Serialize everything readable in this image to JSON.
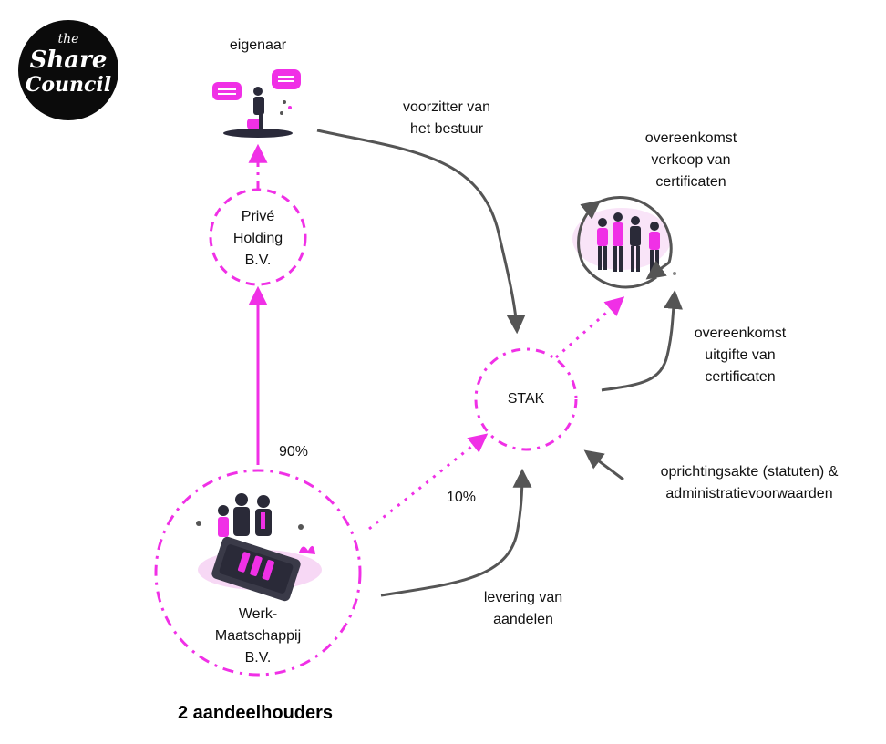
{
  "logo": {
    "line1": "the",
    "line2": "Share",
    "line3": "Council"
  },
  "nodes": {
    "owner": "eigenaar",
    "holding": [
      "Privé",
      "Holding",
      "B.V."
    ],
    "stak": "STAK",
    "werk": [
      "Werk-",
      "Maatschappij",
      "B.V."
    ]
  },
  "edges": {
    "voorzitter": [
      "voorzitter van",
      "het bestuur"
    ],
    "verkoop": [
      "overeenkomst",
      "verkoop van",
      "certificaten"
    ],
    "uitgifte": [
      "overeenkomst",
      "uitgifte van",
      "certificaten"
    ],
    "oprichting": [
      "oprichtingsakte (statuten) &",
      "administratievoorwaarden"
    ],
    "levering": [
      "levering van",
      "aandelen"
    ],
    "pct_90": "90%",
    "pct_10": "10%"
  },
  "footer": {
    "title": "2 aandeelhouders"
  },
  "colors": {
    "accent": "#f030e6",
    "arrow": "#555555",
    "light_pink": "#f7d8f5"
  }
}
